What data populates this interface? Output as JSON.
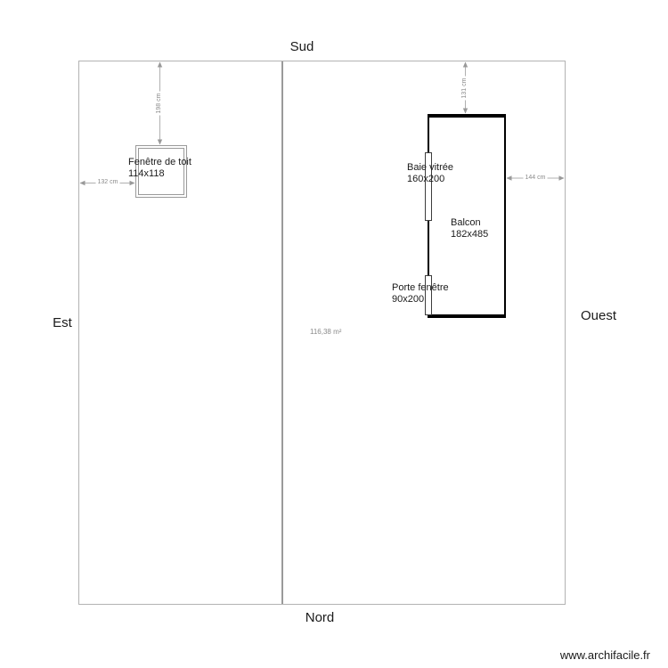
{
  "page": {
    "watermark": "www.archifacile.fr"
  },
  "compass": {
    "south": "Sud",
    "north": "Nord",
    "east": "Est",
    "west": "Ouest"
  },
  "plan": {
    "area": "116,38 m²",
    "roof_window": {
      "name": "Fenêtre de toit",
      "size": "114x118"
    },
    "bay_window": {
      "name": "Baie vitrée",
      "size": "160x200"
    },
    "balcony": {
      "name": "Balcon",
      "size": "182x485"
    },
    "french_door": {
      "name": "Porte fenêtre",
      "size": "90x200"
    },
    "dimensions": {
      "roof_window_top": "198 cm",
      "roof_window_left": "132 cm",
      "balcony_top": "131 cm",
      "balcony_right": "144 cm"
    },
    "colors": {
      "wall": "#b2b2b2",
      "divider": "#9a9a9a",
      "balcony_wall": "#000000",
      "dimension_line": "#b0b0b0",
      "dimension_text": "#8a8a8a",
      "label_text": "#1a1a1a"
    }
  }
}
